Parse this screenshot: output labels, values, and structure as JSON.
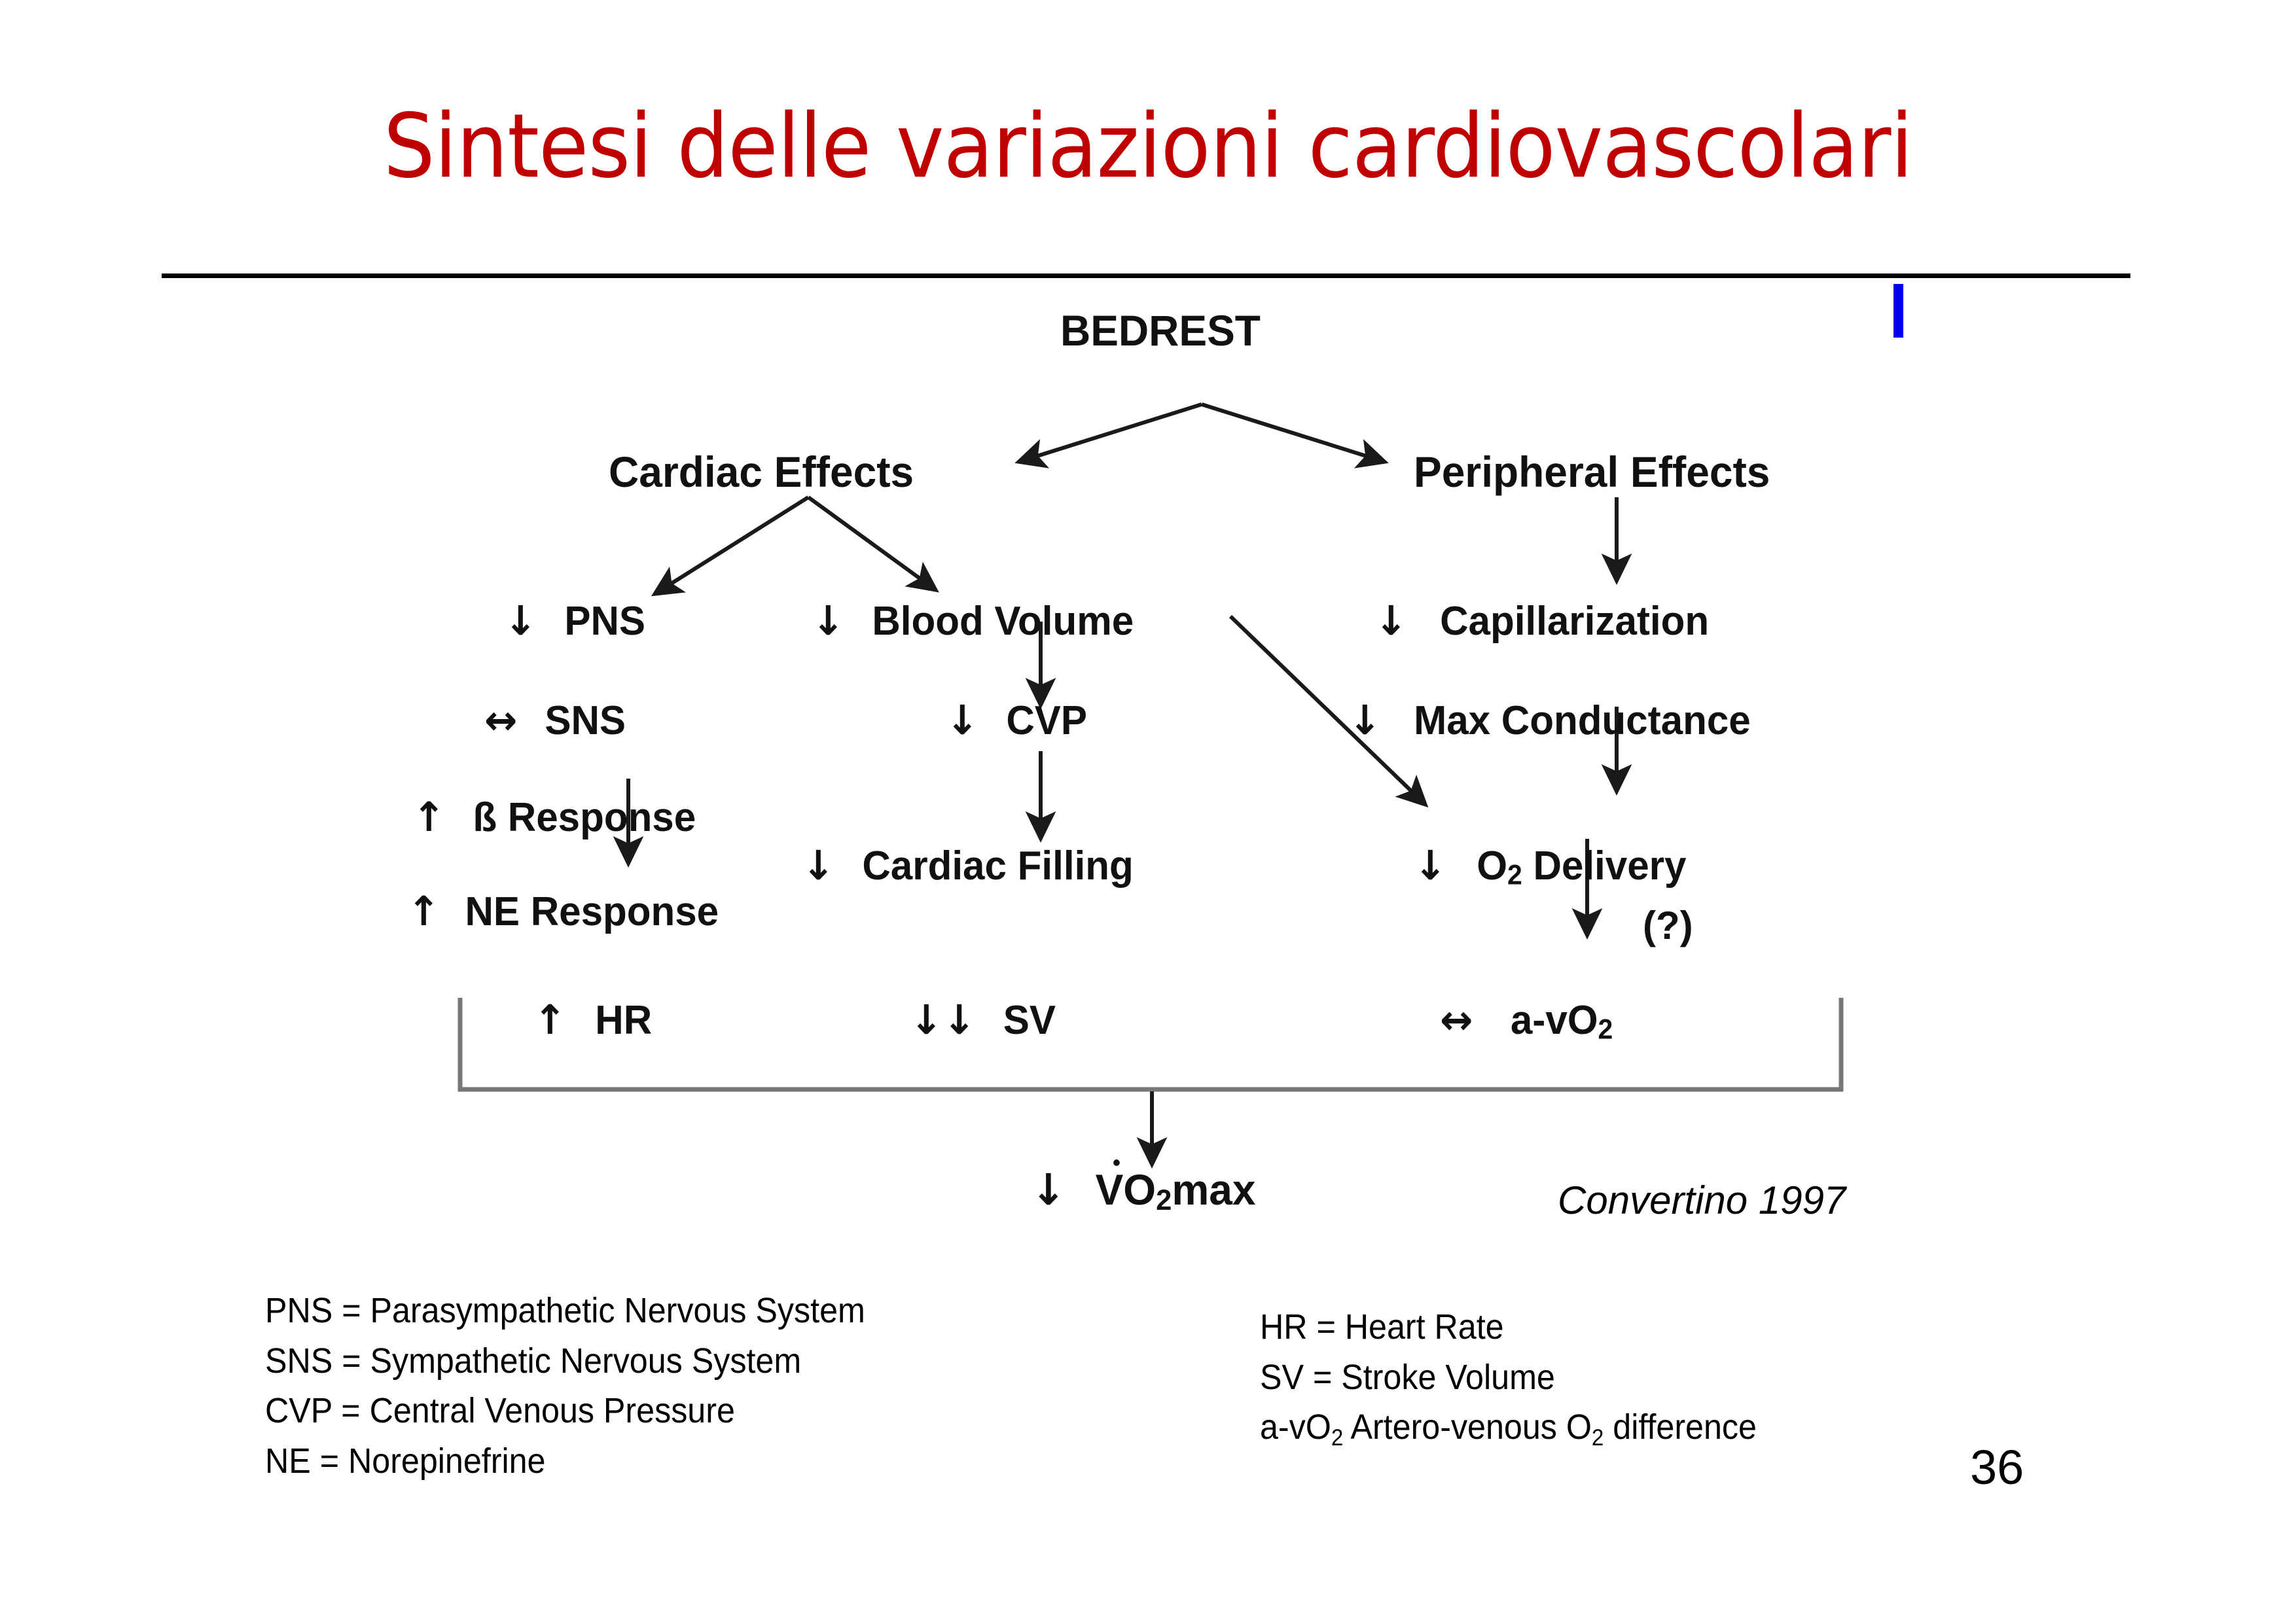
{
  "slide": {
    "title": "Sintesi delle variazioni cardiovascolari",
    "title_color": "#C00000",
    "page_number": "36",
    "citation": "Convertino 1997",
    "cursor_color": "#0000EE"
  },
  "diagram": {
    "root": {
      "label": "BEDREST"
    },
    "branches": [
      {
        "label": "Cardiac Effects"
      },
      {
        "label": "Peripheral Effects"
      }
    ],
    "nodes": {
      "pns": {
        "symbol": "↓",
        "label": "PNS"
      },
      "sns": {
        "symbol": "↔",
        "label": "SNS"
      },
      "beta_response": {
        "symbol": "↑",
        "label": "ß Response"
      },
      "ne_response": {
        "symbol": "↑",
        "label": "NE Response"
      },
      "hr": {
        "symbol": "↑",
        "label": "HR"
      },
      "blood_volume": {
        "symbol": "↓",
        "label": "Blood Volume"
      },
      "cvp": {
        "symbol": "↓",
        "label": "CVP"
      },
      "cardiac_filling": {
        "symbol": "↓",
        "label": "Cardiac Filling"
      },
      "sv": {
        "symbol": "↓↓",
        "label": "SV"
      },
      "capillarization": {
        "symbol": "↓",
        "label": "Capillarization"
      },
      "max_conductance": {
        "symbol": "↓",
        "label": "Max Conductance"
      },
      "o2_delivery": {
        "symbol": "↓",
        "label_main": "O",
        "label_sub": "2",
        "label_tail": " Delivery"
      },
      "avo2": {
        "symbol": "↔",
        "label_main": "a-vO",
        "label_sub": "2",
        "label_tail": ""
      },
      "vo2max": {
        "symbol": "↓",
        "label_main": "VO",
        "label_sub": "2",
        "label_tail": "max"
      }
    },
    "annotations": {
      "uncertain": "(?)"
    }
  },
  "legend_left": [
    "PNS = Parasympathetic Nervous System",
    "SNS = Sympathetic Nervous System",
    "CVP = Central Venous Pressure",
    "NE = Norepinefrine"
  ],
  "legend_right": {
    "hr": "HR = Heart Rate",
    "sv": "SV = Stroke Volume",
    "avo2_prefix": "a-vO",
    "avo2_sub": "2",
    "avo2_mid": "  Artero-venous O",
    "avo2_sub2": "2",
    "avo2_suffix": " difference"
  }
}
